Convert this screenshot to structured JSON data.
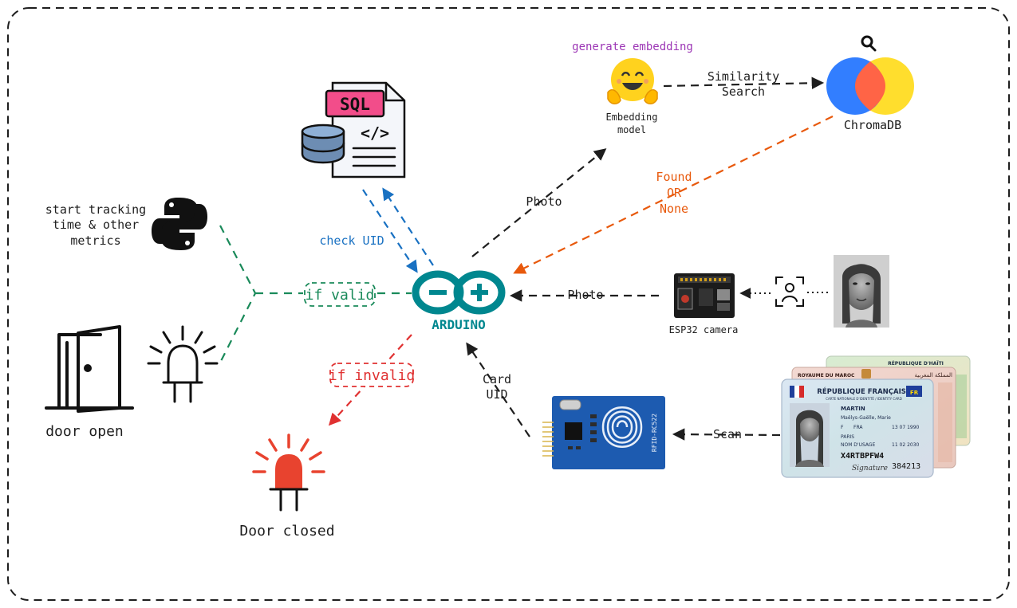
{
  "colors": {
    "frame": "#1e1e1e",
    "green": "#1a8a5a",
    "blue": "#1971c2",
    "red": "#e03131",
    "orange": "#e8590c",
    "dark": "#1e1e1e",
    "purple": "#9c36b5",
    "arduino": "#00878f"
  },
  "nodes": {
    "python_note": [
      "start tracking",
      "time & other",
      "metrics"
    ],
    "door_open": "door open",
    "door_closed": "Door closed",
    "sql": "SQL",
    "arduino": "ARDUINO",
    "embedding_model": [
      "Embedding",
      "model"
    ],
    "chromadb": "ChromaDB",
    "esp32": "ESP32 camera",
    "rfid_chip": "RFID-RC522"
  },
  "edges": {
    "check_uid": "check UID",
    "if_valid": "if valid",
    "if_invalid": "if invalid",
    "photo_upper": "Photo",
    "photo_lower": "Photo",
    "generate_embedding": "generate embedding",
    "similarity_search": [
      "Similarity",
      "Search"
    ],
    "found_none": [
      "Found",
      "OR",
      "None"
    ],
    "card_uid": [
      "Card",
      "UID"
    ],
    "scan": "Scan"
  },
  "id_cards": {
    "haiti_header": "RÉPUBLIQUE D'HAÏTI",
    "maroc_header": "ROYAUME DU MAROC",
    "maroc_arabic": "المملكة المغربية",
    "france_header": "RÉPUBLIQUE FRANÇAISE",
    "france_sub": "CARTE NATIONALE D'IDENTITÉ / IDENTITY CARD",
    "eu_badge": "FR",
    "surname": "MARTIN",
    "given": "Maëlys-Gaëlle, Marie",
    "sex": "F",
    "nationality": "FRA",
    "birth": "13 07 1990",
    "place": "PARIS",
    "usage": "NOM D'USAGE",
    "expiry": "11 02 2030",
    "doc_no": "X4RTBPFW4",
    "signature": "Signature",
    "can": "384213"
  }
}
